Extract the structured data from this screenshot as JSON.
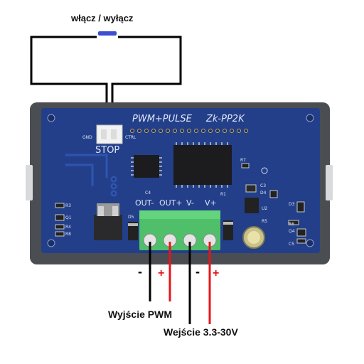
{
  "switch": {
    "label": "włącz / wyłącz"
  },
  "board": {
    "title": "PWM+PULSE",
    "model": "Zk-PP2K",
    "stop_label": "STOP",
    "gnd_label": "GND",
    "ctrl_label": "CTRL",
    "terminal_labels": [
      "OUT-",
      "OUT+",
      "V-",
      "V+"
    ],
    "components": [
      "R3",
      "Q1",
      "R4",
      "R8",
      "D5",
      "C4",
      "R1",
      "R7",
      "C3",
      "D4",
      "U2",
      "R5",
      "D3",
      "R6",
      "Q4",
      "C5"
    ]
  },
  "wires": {
    "minus_sign_left": "-",
    "plus_sign_left": "+",
    "minus_sign_right": "-",
    "plus_sign_right": "+",
    "pwm_label": "Wyjście PWM",
    "input_label": "Wejście 3.3-30V",
    "colors": {
      "black": "#000000",
      "red": "#e8141a"
    }
  },
  "colors": {
    "pcb": "#233f8a",
    "bezel": "#4a4d52",
    "terminal": "#4fbf6a"
  }
}
